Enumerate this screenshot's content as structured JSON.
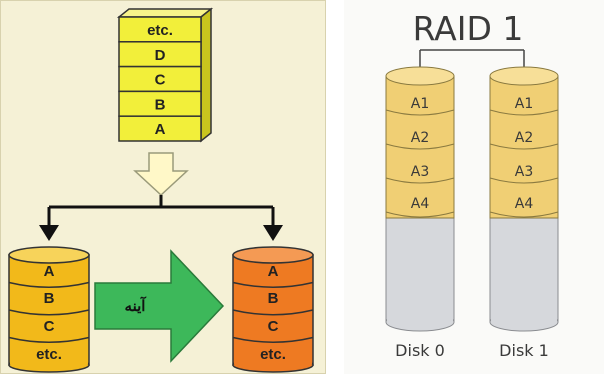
{
  "left_diagram": {
    "source_blocks": [
      "etc.",
      "D",
      "C",
      "B",
      "A"
    ],
    "mirror_label": "آینه",
    "disk_left_blocks": [
      "A",
      "B",
      "C",
      "etc."
    ],
    "disk_right_blocks": [
      "A",
      "B",
      "C",
      "etc."
    ],
    "colors": {
      "background": "#f5f1d6",
      "source_block": "#f2ef3a",
      "disk_left": "#f2b91a",
      "disk_right": "#ee7a22",
      "mirror_arrow": "#3db85a",
      "down_arrow": "#fff8c8"
    }
  },
  "right_diagram": {
    "title": "RAID 1",
    "disks": [
      {
        "label": "Disk 0",
        "blocks": [
          "A1",
          "A2",
          "A3",
          "A4"
        ]
      },
      {
        "label": "Disk 1",
        "blocks": [
          "A1",
          "A2",
          "A3",
          "A4"
        ]
      }
    ],
    "colors": {
      "block": "#f0cf74",
      "empty": "#d6d8dc",
      "text": "#3a3a3a"
    }
  }
}
